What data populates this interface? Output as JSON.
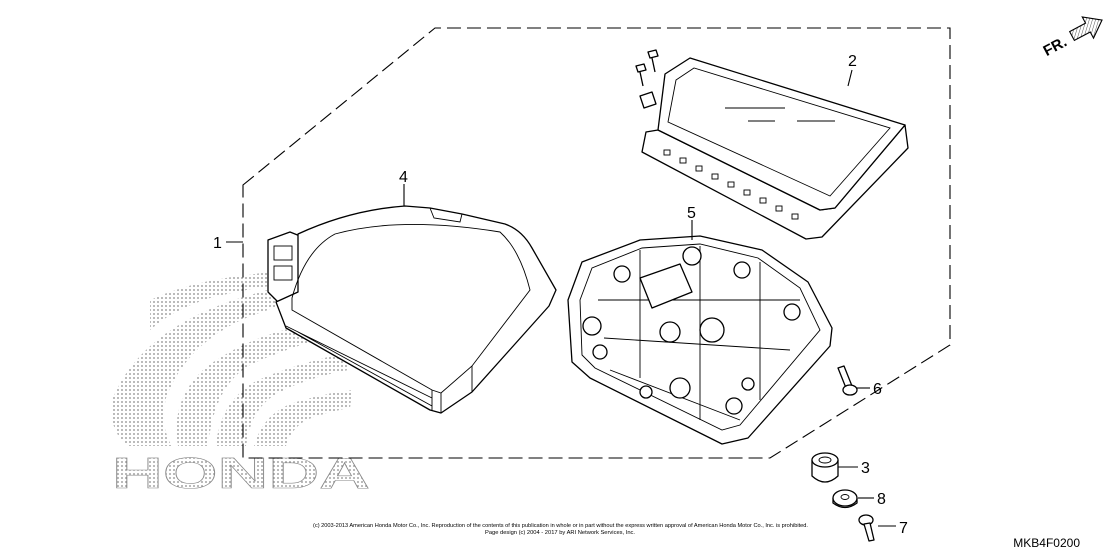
{
  "diagram": {
    "callouts": [
      "1",
      "2",
      "3",
      "4",
      "5",
      "6",
      "7",
      "8"
    ],
    "direction_label": "FR.",
    "watermark_text": "HONDA",
    "part_code": "MKB4F0200",
    "copyright": [
      "(c) 2003-2013 American Honda Motor Co., Inc. Reproduction of the contents of this publication in whole or in part without the express written approval of American Honda Motor Co., Inc. is prohibited.",
      "Page design (c) 2004 - 2017 by ARI Network Services, Inc."
    ]
  },
  "colors": {
    "line": "#000000",
    "stipple": "#8a8a8a",
    "background": "#ffffff"
  },
  "icons": {
    "direction": "fr-arrow-icon",
    "logo": "honda-wing-logo"
  }
}
